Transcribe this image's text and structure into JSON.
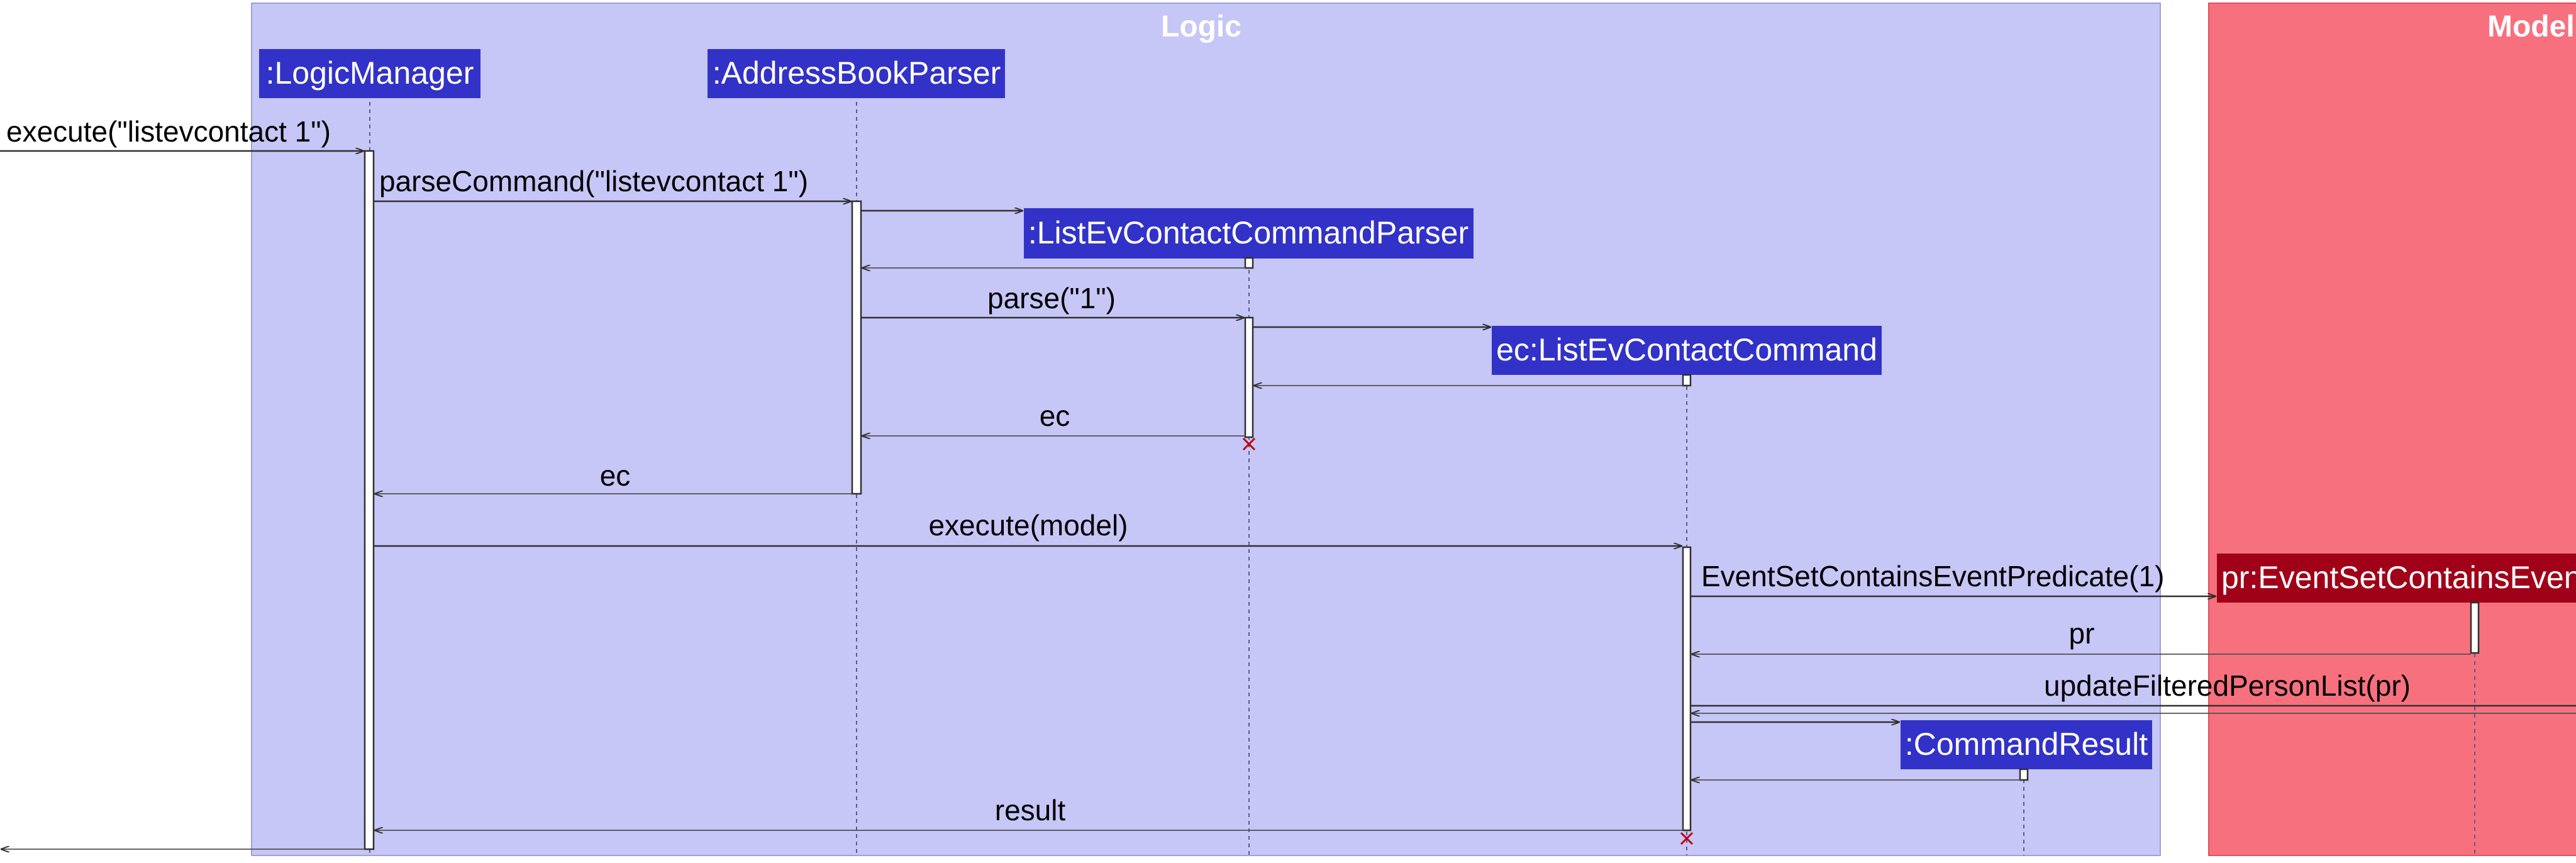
{
  "frames": {
    "logic": {
      "title": "Logic",
      "color": "#c6c6f7"
    },
    "model": {
      "title": "Model",
      "color": "#f7707e"
    }
  },
  "participants": {
    "logic_manager": ":LogicManager",
    "address_book_parser": ":AddressBookParser",
    "list_ev_contact_command_parser": ":ListEvContactCommandParser",
    "list_ev_contact_command": "ec:ListEvContactCommand",
    "command_result": ":CommandResult",
    "event_set_predicate": "pr:EventSetContainsEven"
  },
  "messages": {
    "execute_input": "execute(\"listevcontact 1\")",
    "parse_command": "parseCommand(\"listevcontact 1\")",
    "parse": "parse(\"1\")",
    "return_ec_1": "ec",
    "return_ec_2": "ec",
    "execute_model": "execute(model)",
    "new_predicate": "EventSetContainsEventPredicate(1)",
    "return_pr": "pr",
    "update_filtered": "updateFilteredPersonList(pr)",
    "return_result": "result"
  },
  "colors": {
    "participant_box": "#3232c8",
    "model_participant_box": "#a00018",
    "destroy_mark": "#c00000"
  }
}
